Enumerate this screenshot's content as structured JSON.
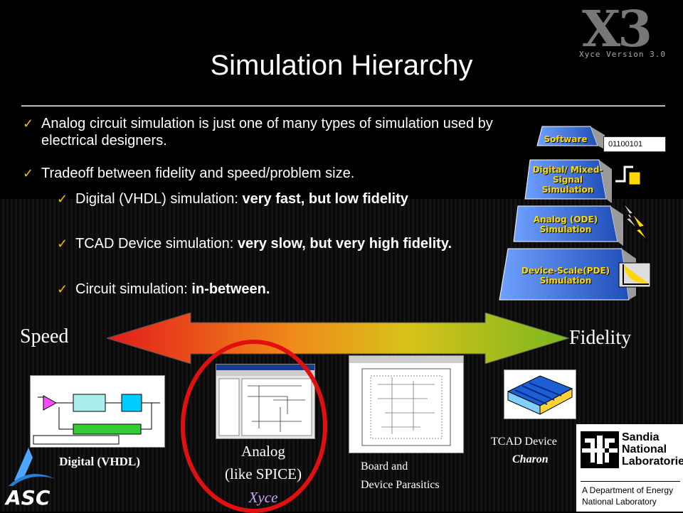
{
  "title": "Simulation Hierarchy",
  "bullets": [
    {
      "text": "Analog circuit simulation is just one of many types of simulation used by electrical designers."
    },
    {
      "text": "Tradeoff between fidelity and speed/problem size."
    }
  ],
  "sub_bullets": [
    {
      "plain": "Digital (VHDL) simulation:  ",
      "bold": "very fast, but low fidelity"
    },
    {
      "plain": "TCAD Device simulation:  ",
      "bold": "very slow, but very high fidelity."
    },
    {
      "plain": "Circuit simulation:  ",
      "bold": "in-between."
    }
  ],
  "arrow": {
    "left_label": "Speed",
    "right_label": "Fidelity"
  },
  "pyramid": {
    "levels": [
      "Software",
      "Digital/ Mixed-Signal Simulation",
      "Analog (ODE) Simulation",
      "Device-Scale(PDE) Simulation"
    ],
    "binary": "01100101"
  },
  "captions": {
    "digital": "Digital (VHDL)",
    "analog_line1": "Analog",
    "analog_line2": "(like SPICE)",
    "analog_line3": "Xyce",
    "board_line1": "Board and",
    "board_line2": "Device Parasitics",
    "tcad_line1": "TCAD Device",
    "tcad_line2": "Charon"
  },
  "logo": {
    "x3": "X3",
    "version": "Xyce Version 3.0"
  },
  "sandia": {
    "name_lines": [
      "Sandia",
      "National",
      "Laboratories"
    ],
    "sub1": "A Department of Energy",
    "sub2": "National Laboratory"
  },
  "asc": "ASC",
  "colors": {
    "accent_check": "#e8c200",
    "pyramid_text": "#ffd800",
    "pyramid_fill": "#3a6fd6",
    "ring": "#e01010"
  }
}
